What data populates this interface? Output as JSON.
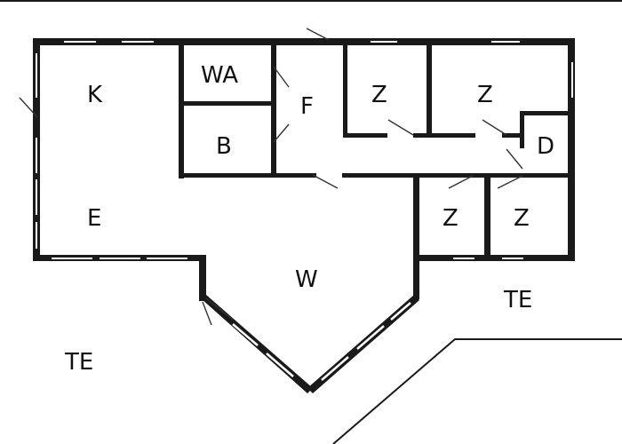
{
  "colors": {
    "wall": "#1a1a1a",
    "background": "#ffffff",
    "text": "#111111"
  },
  "rooms": {
    "k": "K",
    "wa": "WA",
    "f": "F",
    "b": "B",
    "e": "E",
    "w": "W",
    "z1": "Z",
    "z2": "Z",
    "z3": "Z",
    "z4": "Z",
    "d": "D",
    "te_right": "TE",
    "te_left": "TE"
  }
}
